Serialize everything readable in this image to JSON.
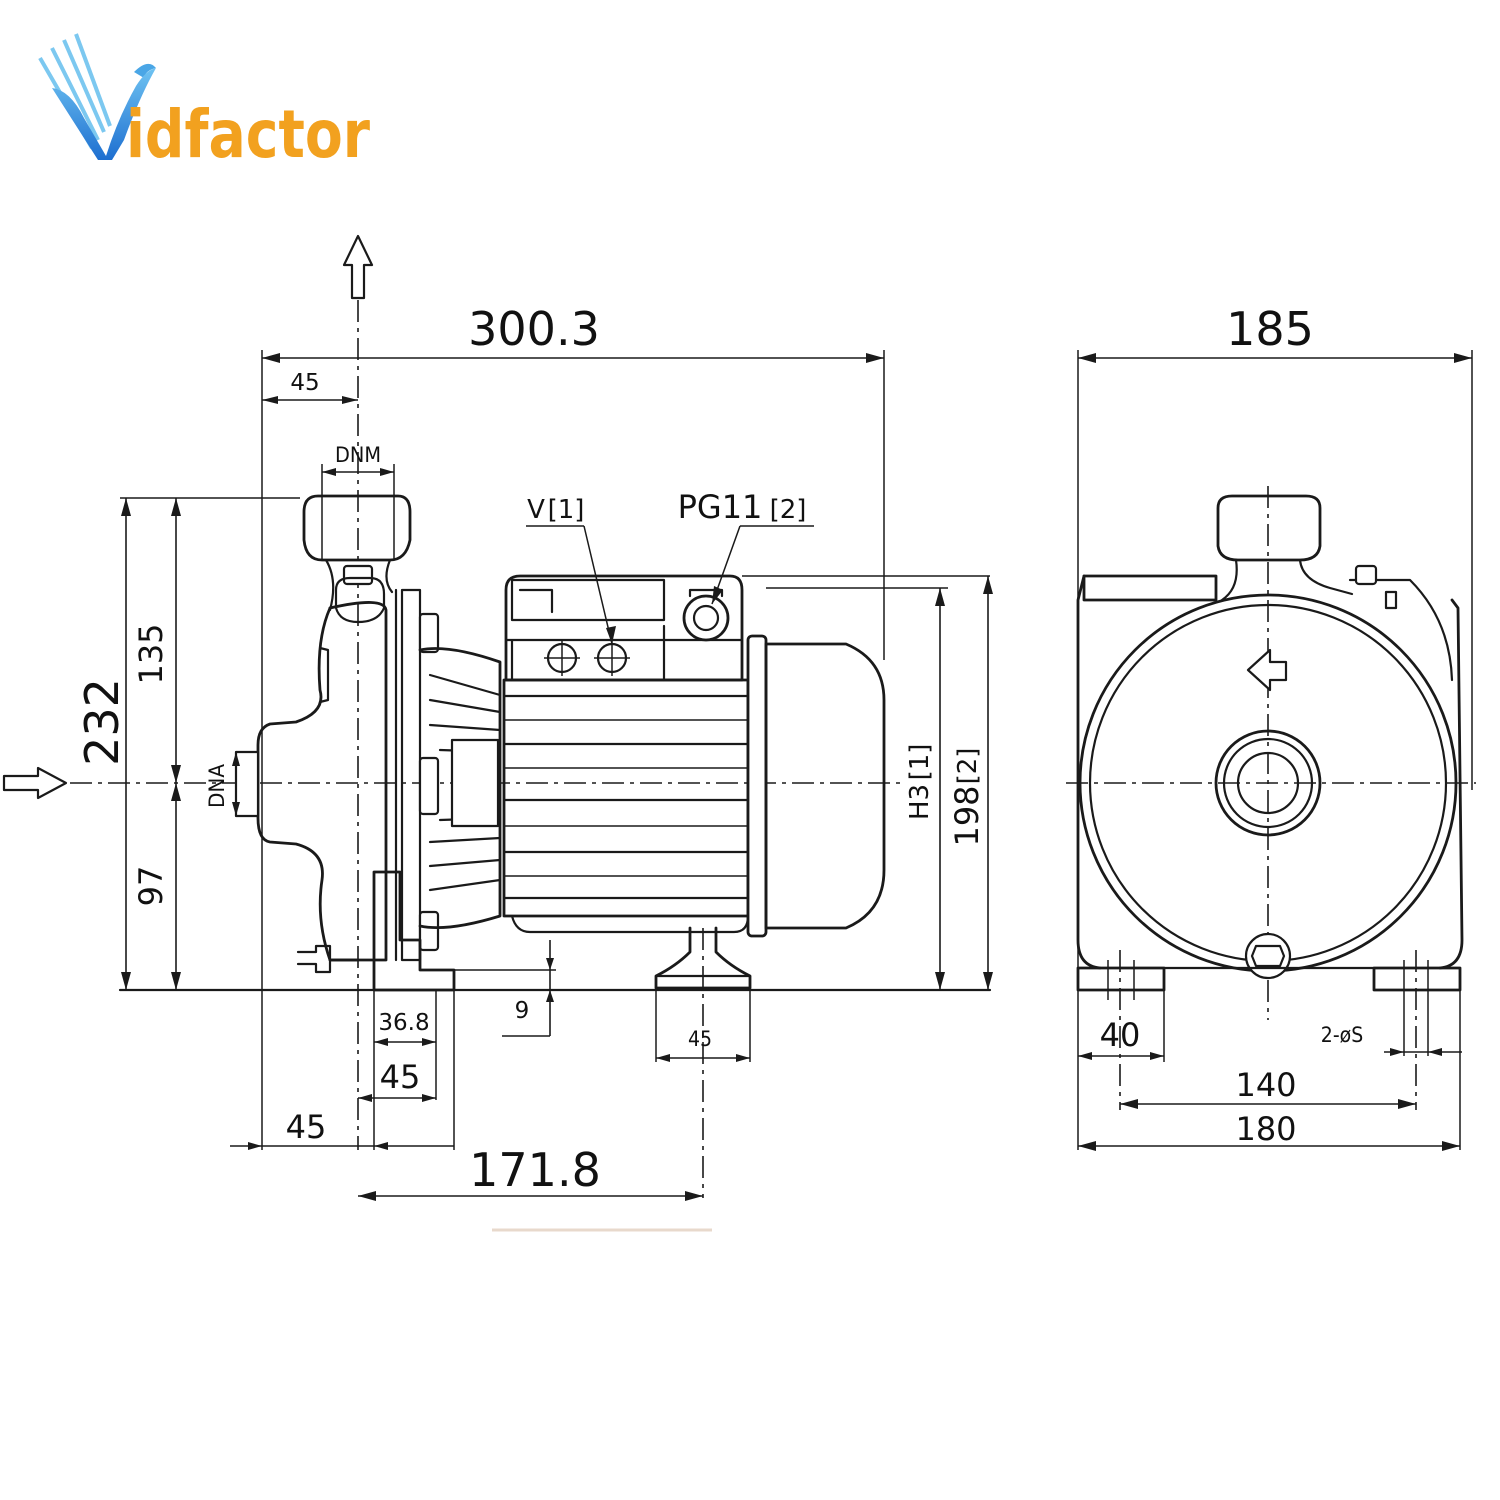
{
  "logo": {
    "letter": "V",
    "text": "idfactor",
    "colors": {
      "blue": "#1e7fd6",
      "light_blue": "#6fc3f2",
      "orange": "#f2a11f"
    }
  },
  "side_view": {
    "overall_length": "300.3",
    "outlet_offset": "45",
    "outlet_label": "DNM",
    "inlet_label": "DNA",
    "total_height": "232",
    "upper_height": "135",
    "lower_height": "97",
    "terminal_label": "V",
    "terminal_note": "[1]",
    "gland_label": "PG11",
    "gland_note": "[2]",
    "motor_height_label": "H3",
    "motor_height_note": "[1]",
    "motor_height_value": "198",
    "motor_height_value_note": "[2]",
    "foot_thickness": "9",
    "foot_width_a": "36.8",
    "foot_width_b": "45",
    "inlet_to_foot": "45",
    "rear_foot_width": "45",
    "foot_spacing": "171.8"
  },
  "front_view": {
    "overall_width": "185",
    "foot_width": "40",
    "hole_label": "2-øS",
    "hole_spacing": "140",
    "base_width": "180"
  },
  "colors": {
    "line": "#1a1a1a",
    "background": "#ffffff"
  }
}
